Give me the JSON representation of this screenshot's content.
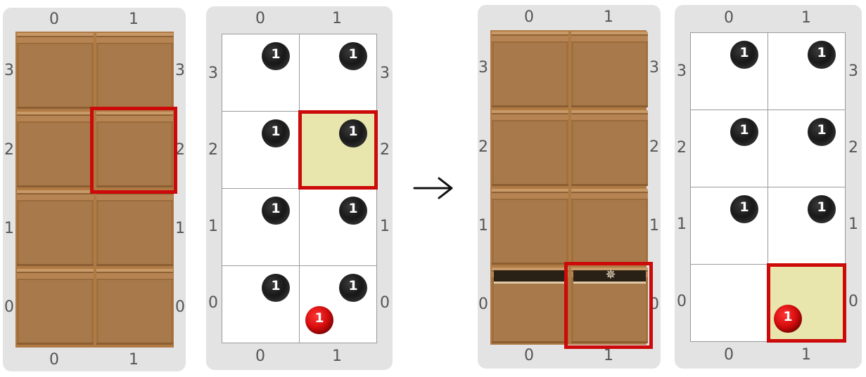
{
  "axis_labels": {
    "columns": [
      "0",
      "1"
    ],
    "rows": [
      "0",
      "1",
      "2",
      "3"
    ]
  },
  "bomb_label": "1",
  "colors": {
    "panel": "#e3e3e3",
    "wood": "#a87a4b",
    "selection": "#cc0a0a",
    "highlight": "#e8e6ad",
    "bomb_black": "#111111",
    "bomb_red": "#d20b0b"
  },
  "before": {
    "selected_cell": {
      "col": 1,
      "row": 2
    },
    "black_bombs": [
      {
        "col": 0,
        "row": 3
      },
      {
        "col": 1,
        "row": 3
      },
      {
        "col": 0,
        "row": 2
      },
      {
        "col": 1,
        "row": 2
      },
      {
        "col": 0,
        "row": 1
      },
      {
        "col": 1,
        "row": 1
      },
      {
        "col": 0,
        "row": 0
      },
      {
        "col": 1,
        "row": 0
      }
    ],
    "red_bomb": {
      "col": 1,
      "row": 0
    },
    "open_shelves": []
  },
  "after": {
    "selected_cell": {
      "col": 1,
      "row": 0
    },
    "black_bombs": [
      {
        "col": 0,
        "row": 3
      },
      {
        "col": 1,
        "row": 3
      },
      {
        "col": 0,
        "row": 2
      },
      {
        "col": 1,
        "row": 2
      },
      {
        "col": 0,
        "row": 1
      },
      {
        "col": 1,
        "row": 1
      }
    ],
    "red_bomb": {
      "col": 1,
      "row": 0
    },
    "open_shelves": [
      {
        "col": 0,
        "row": 0
      },
      {
        "col": 1,
        "row": 0
      }
    ]
  },
  "transition_icon": "right-arrow-icon"
}
